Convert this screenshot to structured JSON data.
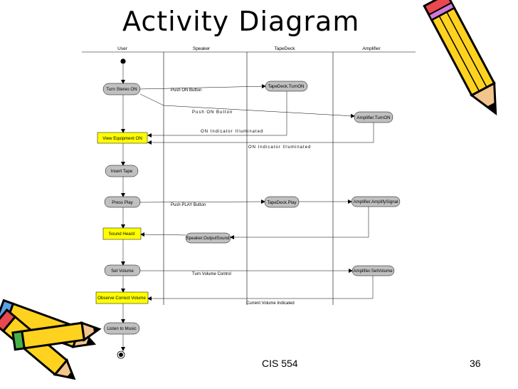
{
  "slide": {
    "title": "Activity Diagram",
    "course": "CIS 554",
    "page": "36"
  },
  "lanes": [
    "User",
    "Speaker",
    "TapeDeck",
    "Amplifier"
  ],
  "colors": {
    "user_lane": "#ff0000",
    "highlight": "#ffff00",
    "node": "#c0c0c0",
    "line": "#000000"
  },
  "user_actions": [
    "Turn Stereo ON",
    "View Equipment ON",
    "Insert Tape",
    "Press Play",
    "Sound Heard",
    "Set Volume",
    "Observe Correct Volume",
    "Listen to Music"
  ],
  "system_actions": [
    "TapeDeck.TurnON",
    "Amplifier.TurnON",
    "TapeDeck.Play",
    "Amplifier.AmplifySignal",
    "Speaker.OutputSound",
    "Amplifier.SetVolume"
  ],
  "messages": [
    "Push ON Button",
    "Push ON Button",
    "ON Indicator Illuminated",
    "ON Indicator Illuminated",
    "Push PLAY Button",
    "Turn Volume Control",
    "Current Volume Indicated"
  ],
  "clipart": [
    "pencil-icon",
    "pencils-icon"
  ]
}
